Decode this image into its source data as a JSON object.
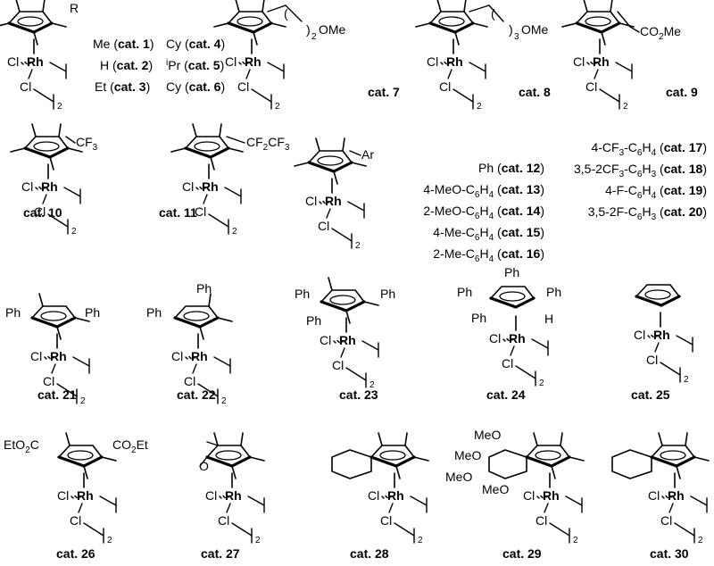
{
  "figure": {
    "r_group_label": "R",
    "series_a": [
      {
        "sub": "Me",
        "cat": "cat. 1"
      },
      {
        "sub": "H",
        "cat": "cat. 2"
      },
      {
        "sub": "Et",
        "cat": "cat. 3"
      }
    ],
    "series_b": [
      {
        "sub": "Cy",
        "cat": "cat. 4"
      },
      {
        "sub": "iPr",
        "cat": "cat. 5"
      },
      {
        "sub": "Cy",
        "cat": "cat. 6"
      }
    ],
    "aryl_left": [
      {
        "sub": "Ph",
        "cat": "cat. 12"
      },
      {
        "sub": "4-MeO-C6H4",
        "cat": "cat. 13"
      },
      {
        "sub": "2-MeO-C6H4",
        "cat": "cat. 14"
      },
      {
        "sub": "4-Me-C6H4",
        "cat": "cat. 15"
      },
      {
        "sub": "2-Me-C6H4",
        "cat": "cat. 16"
      }
    ],
    "aryl_right": [
      {
        "sub": "4-CF3-C6H4",
        "cat": "cat. 17"
      },
      {
        "sub": "3,5-2CF3-C6H3",
        "cat": "cat. 18"
      },
      {
        "sub": "4-F-C6H4",
        "cat": "cat. 19"
      },
      {
        "sub": "3,5-2F-C6H3",
        "cat": "cat. 20"
      }
    ],
    "structures": [
      {
        "id": "c7",
        "cat": "cat. 7",
        "sub": "(  )2OMe"
      },
      {
        "id": "c8",
        "cat": "cat. 8",
        "sub": "(  )3OMe"
      },
      {
        "id": "c9",
        "cat": "cat. 9",
        "sub": "CO2Me"
      },
      {
        "id": "c10",
        "cat": "cat. 10",
        "sub": "CF3"
      },
      {
        "id": "c11",
        "cat": "cat. 11",
        "sub": "CF2CF3"
      },
      {
        "id": "aryl",
        "cat": "",
        "sub": "Ar"
      },
      {
        "id": "c21",
        "cat": "cat. 21",
        "sub": "Ph"
      },
      {
        "id": "c22",
        "cat": "cat. 22",
        "sub": "Ph"
      },
      {
        "id": "c23",
        "cat": "cat. 23",
        "sub": "Ph"
      },
      {
        "id": "c24",
        "cat": "cat. 24",
        "sub": "Ph"
      },
      {
        "id": "c25",
        "cat": "cat. 25",
        "sub": ""
      },
      {
        "id": "c26",
        "cat": "cat. 26",
        "sub": "CO2Et"
      },
      {
        "id": "c27",
        "cat": "cat. 27",
        "sub": "O"
      },
      {
        "id": "c28",
        "cat": "cat. 28",
        "sub": ""
      },
      {
        "id": "c29",
        "cat": "cat. 29",
        "sub": "MeO"
      },
      {
        "id": "c30",
        "cat": "cat. 30",
        "sub": ""
      }
    ],
    "atoms": {
      "rh": "Rh",
      "cl": "Cl",
      "two": "2",
      "ome": "OMe",
      "o": "O",
      "h": "H",
      "eto2c": "EtO2C",
      "meo": "MeO",
      "ph": "Ph"
    },
    "colors": {
      "ink": "#000000",
      "background": "#ffffff"
    }
  }
}
